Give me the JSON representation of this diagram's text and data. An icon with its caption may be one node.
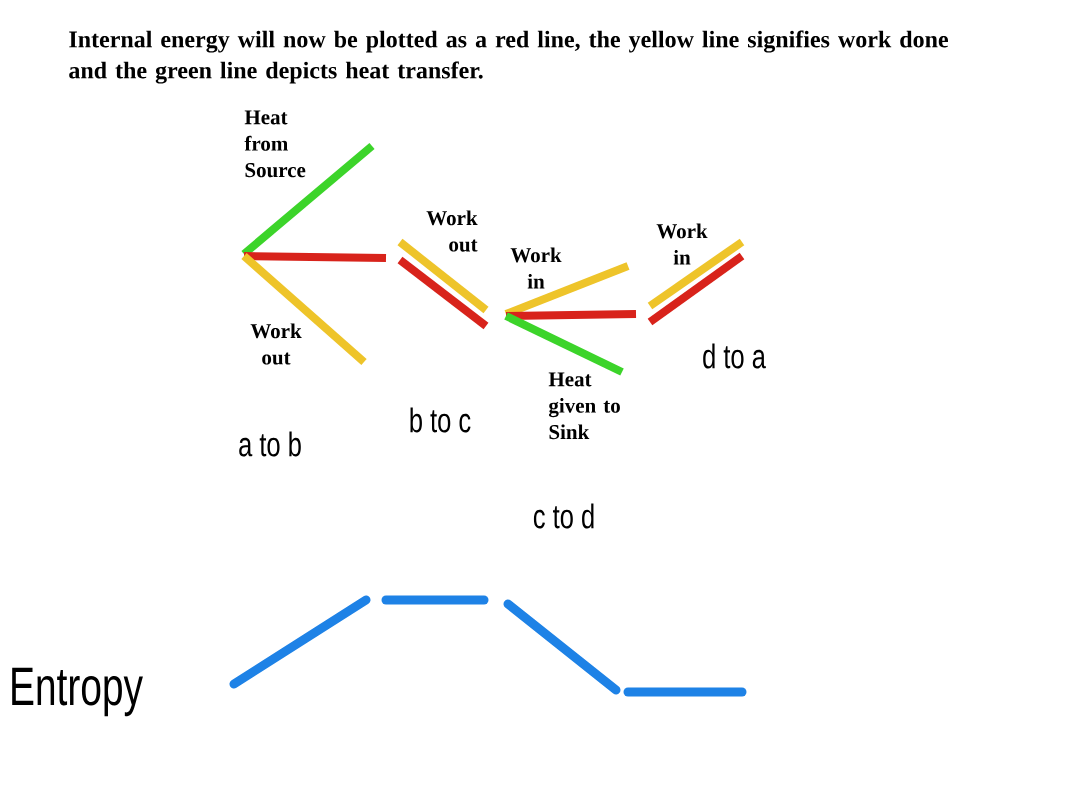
{
  "diagram": {
    "title": "Internal energy will now be plotted as a red line, the yellow line signifies work done and the green line depicts heat transfer.",
    "labels": [
      "Heat from Source",
      "Work out",
      "a to b",
      "Work out",
      "b to c",
      "Work in",
      "Heat given to Sink",
      "c to d",
      "Work in",
      "d to a",
      "Entropy"
    ]
  }
}
